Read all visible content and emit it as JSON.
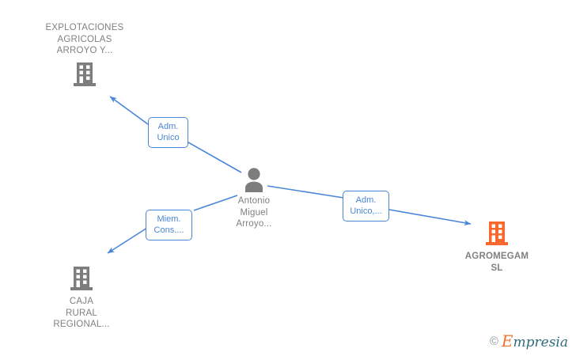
{
  "graph": {
    "background": "#ffffff",
    "edge_color": "#4a86d8",
    "node_label_color": "#808080",
    "company_icon_color": "#7d7d7d",
    "highlight_icon_color": "#f9682f",
    "person_icon_color": "#7d7d7d",
    "nodes": [
      {
        "id": "explotaciones",
        "icon": "building-icon",
        "icon_color": "#7d7d7d",
        "label": "EXPLOTACIONES\nAGRICOLAS\nARROYO Y...",
        "label_position": "above",
        "bold": false
      },
      {
        "id": "person",
        "icon": "person-icon",
        "icon_color": "#7d7d7d",
        "label": "Antonio\nMiguel\nArroyo...",
        "label_position": "below",
        "bold": false
      },
      {
        "id": "caja-rural",
        "icon": "building-icon",
        "icon_color": "#7d7d7d",
        "label": "CAJA\nRURAL\nREGIONAL...",
        "label_position": "below",
        "bold": false
      },
      {
        "id": "agromegam",
        "icon": "building-icon",
        "icon_color": "#f9682f",
        "label": "AGROMEGAM\nSL",
        "label_position": "below",
        "bold": true
      }
    ],
    "edges": [
      {
        "id": "person-to-explotaciones",
        "from": "person",
        "to": "explotaciones",
        "label": "Adm.\nUnico",
        "arrow": "to"
      },
      {
        "id": "person-to-caja-rural",
        "from": "person",
        "to": "caja-rural",
        "label": "Miem.\nCons....",
        "arrow": "to"
      },
      {
        "id": "person-to-agromegam",
        "from": "person",
        "to": "agromegam",
        "label": "Adm.\nUnico,...",
        "arrow": "to"
      }
    ]
  },
  "watermark": {
    "copyright": "©",
    "brand_initial": "E",
    "brand_rest": "mpresia"
  }
}
